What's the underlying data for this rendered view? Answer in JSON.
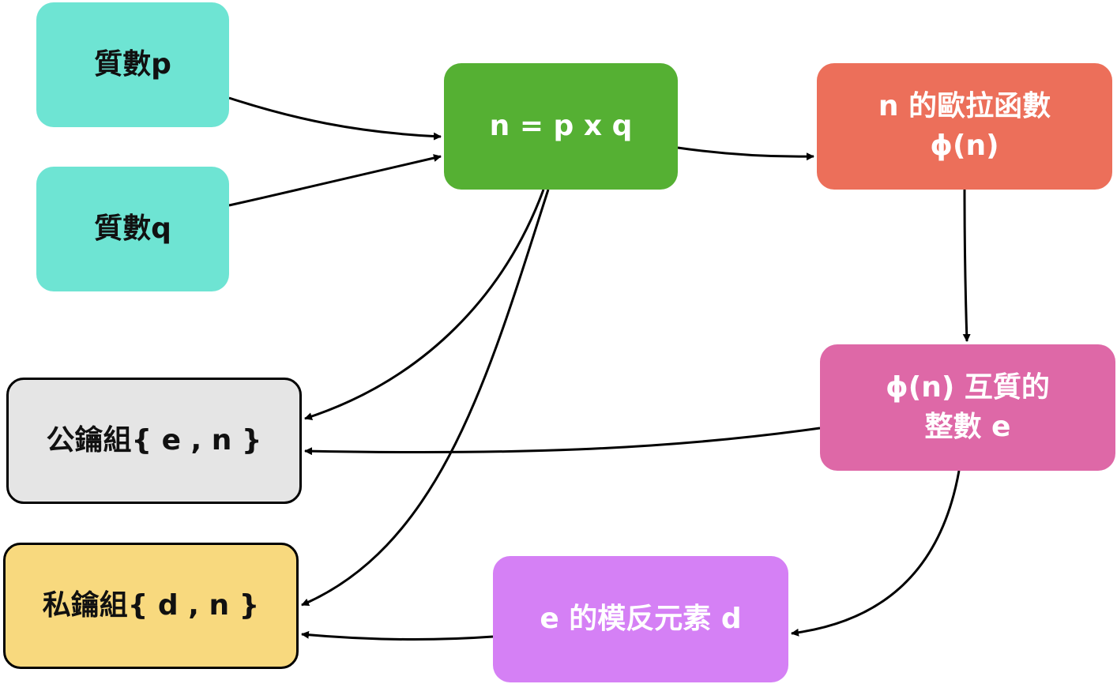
{
  "nodes": {
    "prime_p": {
      "lines": [
        "質數p"
      ],
      "color": "#6ee4d3"
    },
    "prime_q": {
      "lines": [
        "質數q"
      ],
      "color": "#6ee4d3"
    },
    "n_product": {
      "lines": [
        "n = p x q"
      ],
      "color": "#55b033"
    },
    "euler_phi": {
      "lines": [
        "n 的歐拉函數",
        "ϕ(n)"
      ],
      "color": "#ec6f5a"
    },
    "public_key": {
      "lines": [
        "公鑰組{ e , n }"
      ],
      "color": "#e5e5e5"
    },
    "coprime_e": {
      "lines": [
        "ϕ(n) 互質的",
        "整數 e"
      ],
      "color": "#de68a7"
    },
    "private_key": {
      "lines": [
        "私鑰組{ d , n }"
      ],
      "color": "#f8d97e"
    },
    "inverse_d": {
      "lines": [
        "e 的模反元素 d"
      ],
      "color": "#d580f5"
    }
  },
  "edges": [
    {
      "from": "prime_p",
      "to": "n_product"
    },
    {
      "from": "prime_q",
      "to": "n_product"
    },
    {
      "from": "n_product",
      "to": "euler_phi"
    },
    {
      "from": "euler_phi",
      "to": "coprime_e"
    },
    {
      "from": "n_product",
      "to": "public_key"
    },
    {
      "from": "n_product",
      "to": "private_key"
    },
    {
      "from": "coprime_e",
      "to": "public_key"
    },
    {
      "from": "coprime_e",
      "to": "inverse_d"
    },
    {
      "from": "inverse_d",
      "to": "private_key"
    }
  ]
}
